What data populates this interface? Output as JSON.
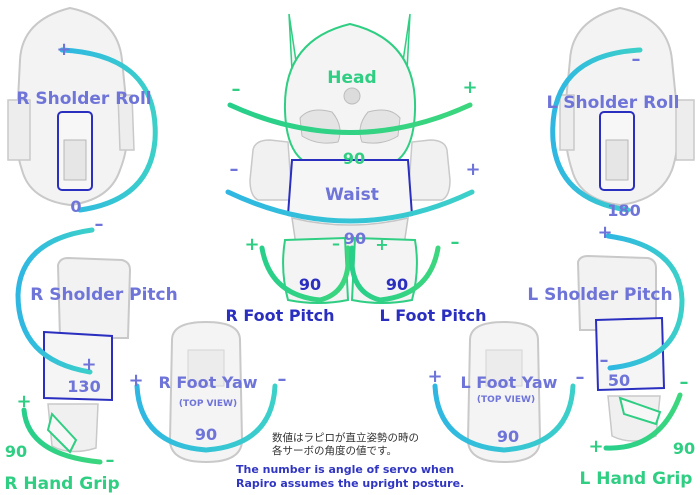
{
  "servos": {
    "head": {
      "label": "Head",
      "value": "90",
      "plus": "+",
      "minus": "–"
    },
    "waist": {
      "label": "Waist",
      "value": "90",
      "plus": "+",
      "minus": "–"
    },
    "r_sholder_roll": {
      "label": "R Sholder Roll",
      "value": "0",
      "plus": "+",
      "minus": "–"
    },
    "l_sholder_roll": {
      "label": "L Sholder Roll",
      "value": "180",
      "plus": "+",
      "minus": "–"
    },
    "r_sholder_pitch": {
      "label": "R Sholder Pitch",
      "value": "130",
      "plus": "+",
      "minus": "–"
    },
    "l_sholder_pitch": {
      "label": "L Sholder Pitch",
      "value": "50",
      "plus": "+",
      "minus": "–"
    },
    "r_foot_pitch": {
      "label": "R Foot Pitch",
      "value": "90",
      "plus": "+",
      "minus": "–"
    },
    "l_foot_pitch": {
      "label": "L Foot Pitch",
      "value": "90",
      "plus": "+",
      "minus": "–"
    },
    "r_foot_yaw": {
      "label": "R Foot Yaw",
      "sub": "(TOP VIEW)",
      "value": "90",
      "plus": "+",
      "minus": "–"
    },
    "l_foot_yaw": {
      "label": "L Foot Yaw",
      "sub": "(TOP VIEW)",
      "value": "90",
      "plus": "+",
      "minus": "–"
    },
    "r_hand_grip": {
      "label": "R Hand Grip",
      "value": "90",
      "plus": "+",
      "minus": "–"
    },
    "l_hand_grip": {
      "label": "L Hand Grip",
      "value": "90",
      "plus": "+",
      "minus": "–"
    }
  },
  "notes": {
    "jp_line1": "数値はラピロが直立姿勢の時の",
    "jp_line2": "各サーボの角度の値です。",
    "en_line1": "The number is angle of servo when",
    "en_line2": "Rapiro assumes the upright posture."
  },
  "colors": {
    "label_blue": "#6f74d8",
    "arc_cyan": "#35c6d8",
    "arc_green": "#35d889",
    "outline_blue": "#2b2fbf",
    "outline_green": "#2fce83",
    "robot_white": "#f4f4f4",
    "robot_shadow": "#c9c9c9"
  }
}
